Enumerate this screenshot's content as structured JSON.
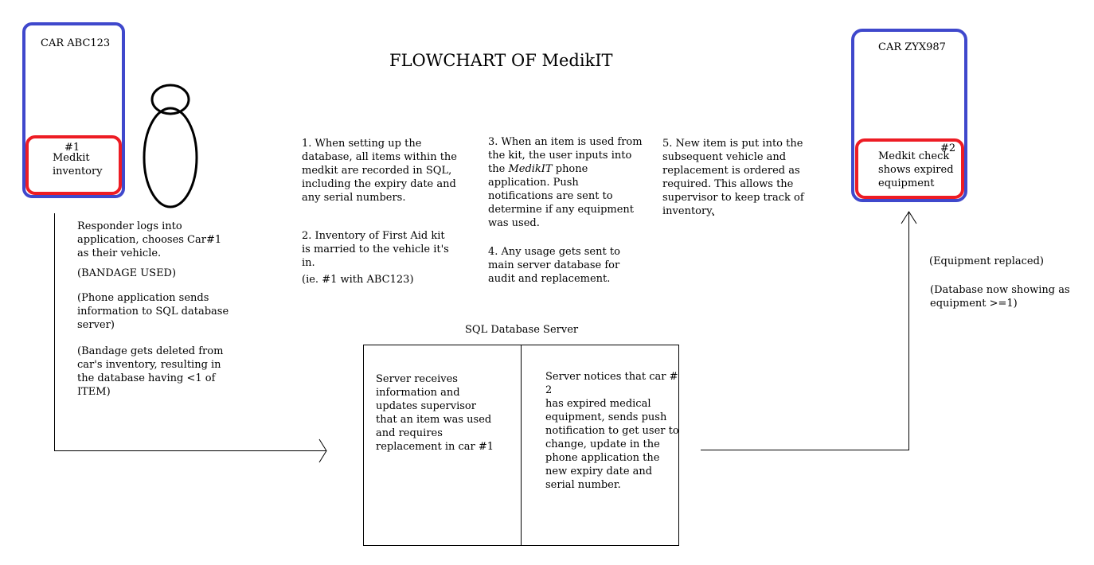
{
  "title": "FLOWCHART OF MedikIT",
  "car1": {
    "label": "CAR ABC123",
    "kit_number": "#1",
    "kit_label": "Medkit\ninventory"
  },
  "car2": {
    "label": "CAR ZYX987",
    "kit_number": "#2",
    "kit_label": "Medkit check\nshows expired\nequipment"
  },
  "left_notes": {
    "responder": "Responder logs into\napplication, chooses Car#1\nas their vehicle.",
    "bandage_used": "(BANDAGE USED)",
    "phone_sends": "(Phone application sends\ninformation to SQL database\nserver)",
    "bandage_deleted": "(Bandage gets deleted from\ncar's inventory, resulting in\nthe database having <1 of\nITEM)"
  },
  "steps": {
    "step1": "1. When setting up the\ndatabase, all items within the\nmedkit are recorded in SQL,\nincluding the expiry date and\nany serial numbers.",
    "step2": "2. Inventory of First Aid kit\nis married to the vehicle it's\nin.",
    "step2_example": "(ie. #1 with ABC123)",
    "step3_before": "3. When an item is used from\nthe kit, the user inputs into\nthe ",
    "step3_app": "MedikIT",
    "step3_after": " phone\napplication. Push\nnotifications are sent to\ndetermine if any equipment\nwas used.",
    "step4": "4. Any usage gets sent to\nmain server database for\naudit and replacement.",
    "step5": "5. New item is put into the\nsubsequent vehicle and\nreplacement is ordered as\nrequired. This allows the\nsupervisor to keep track of\ninventory."
  },
  "server": {
    "label": "SQL Database Server",
    "left_text": "Server receives\ninformation and\nupdates supervisor\nthat an item was used\nand requires\nreplacement in car #1",
    "right_text": "Server notices that car #\n2\nhas expired medical\nequipment, sends push\nnotification to get user to\nchange, update in the\nphone application the\nnew expiry date and\nserial number."
  },
  "right_notes": {
    "replaced": "(Equipment replaced)",
    "db_showing": "(Database now showing as\nequipment >=1)"
  },
  "colors": {
    "car_outline": "#3f48cc",
    "kit_outline": "#ed1c24",
    "lines": "#000000"
  }
}
